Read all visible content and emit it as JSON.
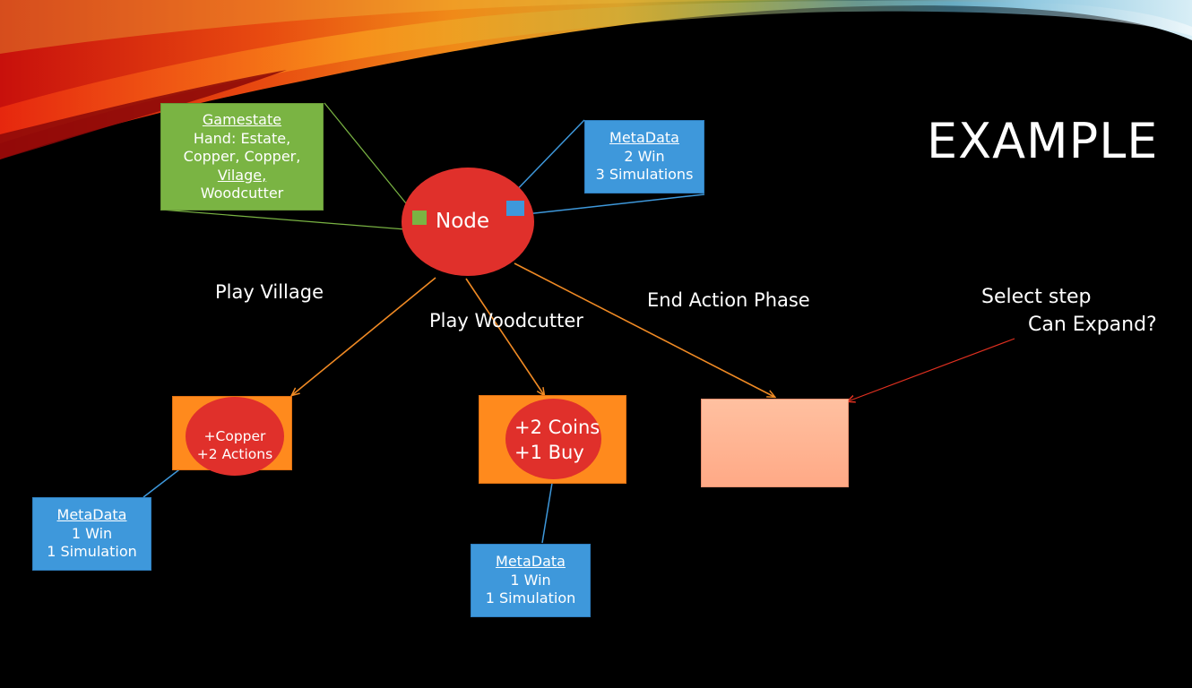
{
  "slide": {
    "title": "EXAMPLE"
  },
  "root": {
    "label": "Node",
    "gamestate": {
      "heading": "Gamestate",
      "line1": "Hand: Estate,",
      "line2": "Copper, Copper,",
      "line3": "Vilage,",
      "line4": "Woodcutter"
    },
    "metadata": {
      "heading": "MetaData",
      "wins": "2 Win",
      "simulations": "3 Simulations"
    }
  },
  "edges": {
    "play_village": "Play Village",
    "play_woodcutter": "Play Woodcutter",
    "end_action_phase": "End Action Phase"
  },
  "children": {
    "village": {
      "line1": "+Copper",
      "line2": "+2 Actions",
      "metadata": {
        "heading": "MetaData",
        "wins": "1 Win",
        "simulations": "1 Simulation"
      }
    },
    "woodcutter": {
      "line1": "+2 Coins",
      "line2": "+1 Buy",
      "metadata": {
        "heading": "MetaData",
        "wins": "1 Win",
        "simulations": "1 Simulation"
      }
    }
  },
  "annotation": {
    "line1": "Select step",
    "line2": "Can Expand?"
  },
  "colors": {
    "node_red": "#e0302b",
    "gamestate_green": "#7ab443",
    "metadata_blue": "#3e98db",
    "child_orange": "#ff8a1d",
    "unexpanded_peach": "#ffb391",
    "edge_orange": "#f08a24",
    "annotation_red": "#e03020"
  }
}
